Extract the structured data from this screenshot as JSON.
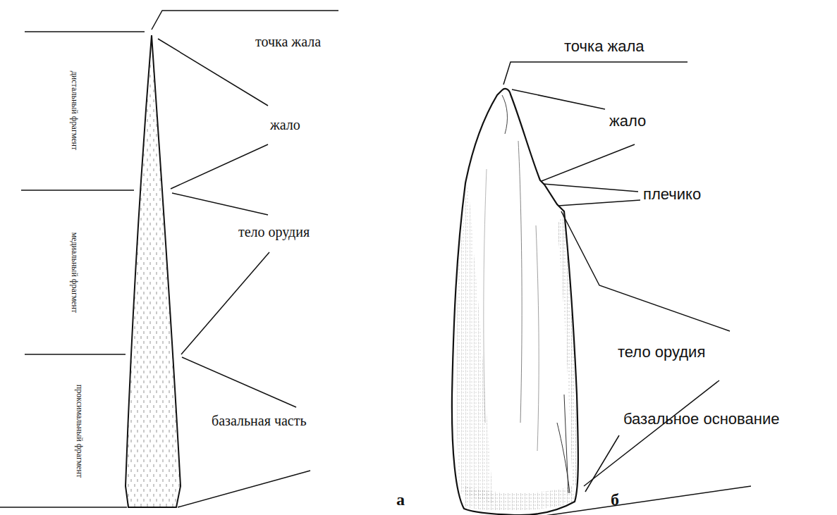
{
  "diagram": {
    "labels": [
      "точка жала",
      "жало",
      "тело орудия",
      "базальная часть",
      "дистальный фрагмент",
      "медиальный фрагмент",
      "проксимальный фрагмент",
      "а",
      "точка жала",
      "жало",
      "плечико",
      "тело орудия",
      "базальное основание",
      "б"
    ]
  }
}
